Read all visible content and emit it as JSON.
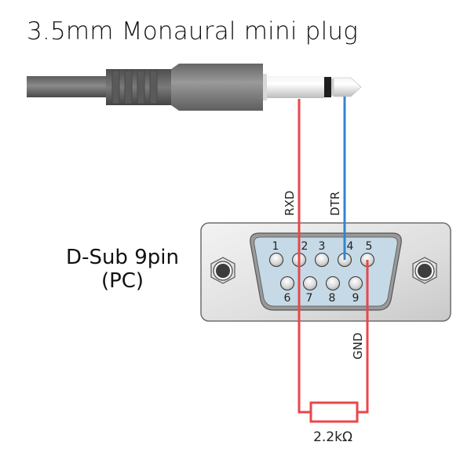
{
  "title": "3.5mm Monaural mini plug",
  "connector": {
    "label_line1": "D-Sub 9pin",
    "label_line2": "(PC)",
    "pins_top": [
      "1",
      "2",
      "3",
      "4",
      "5"
    ],
    "pins_bottom": [
      "6",
      "7",
      "8",
      "9"
    ]
  },
  "signals": {
    "rxd": "RXD",
    "dtr": "DTR",
    "gnd": "GND"
  },
  "resistor": {
    "value": "2.2kΩ"
  },
  "colors": {
    "wire_red": "#e8474b",
    "wire_blue": "#2f86d1",
    "connector_face": "#c5d9e6",
    "shell": "#e6e6e6"
  }
}
